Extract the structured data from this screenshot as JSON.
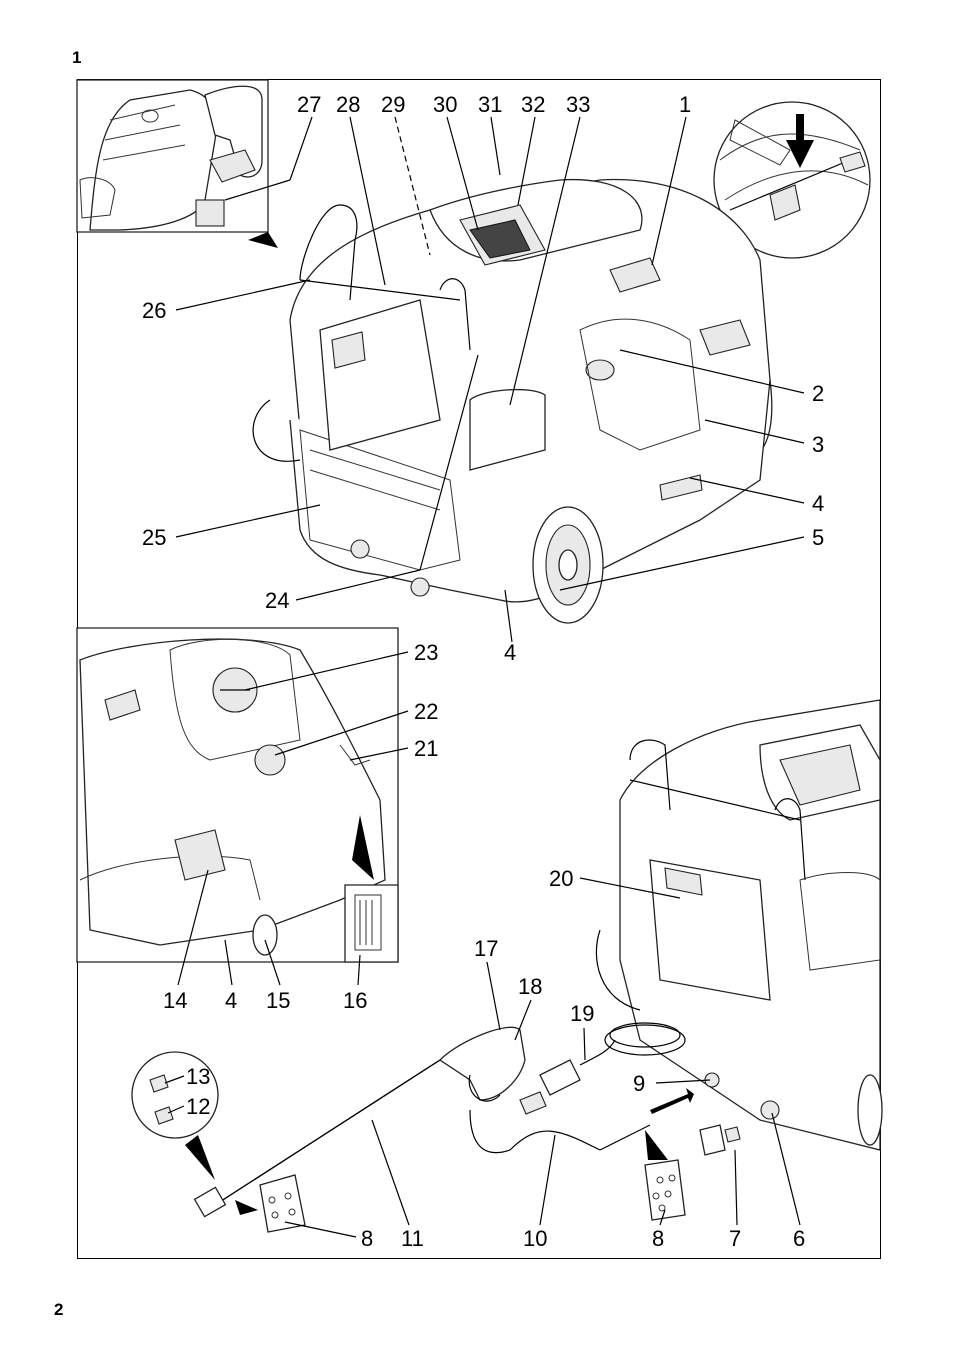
{
  "page": {
    "figure_number": "1",
    "page_number": "2"
  },
  "callouts": [
    "27",
    "28",
    "29",
    "30",
    "31",
    "32",
    "33",
    "1",
    "26",
    "2",
    "3",
    "4",
    "5",
    "25",
    "24",
    "4",
    "23",
    "22",
    "21",
    "20",
    "14",
    "4",
    "15",
    "16",
    "17",
    "18",
    "19",
    "9",
    "13",
    "12",
    "8",
    "11",
    "10",
    "8",
    "7",
    "6"
  ]
}
